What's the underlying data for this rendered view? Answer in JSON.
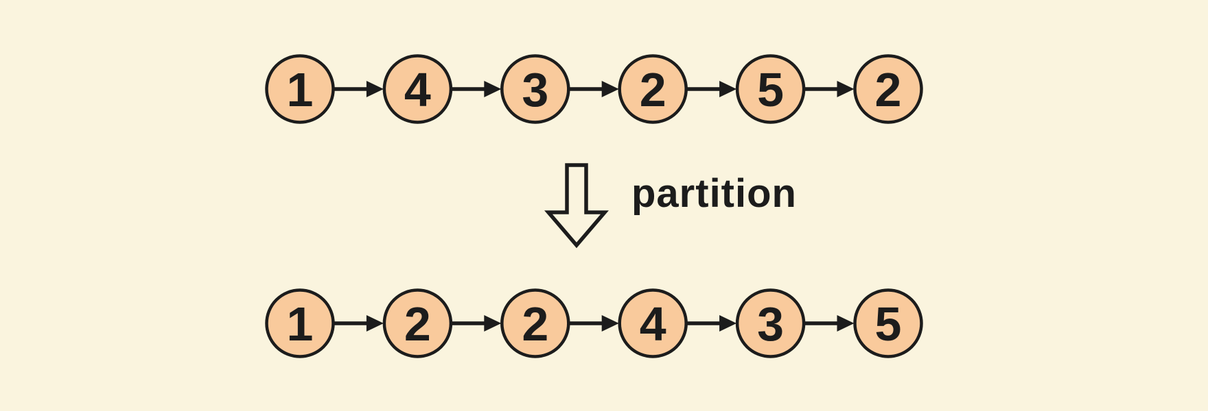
{
  "colors": {
    "background": "#FAF4DE",
    "node_fill": "#F9CA9C",
    "node_stroke": "#1C1C1C",
    "arrow_color": "#1C1C1C",
    "label_color": "#1C1C1C"
  },
  "diagram": {
    "type": "linked-list-transformation",
    "operation_label": "partition",
    "lists": [
      {
        "id": "input-list",
        "position": "top",
        "values": [
          1,
          4,
          3,
          2,
          5,
          2
        ]
      },
      {
        "id": "output-list",
        "position": "bottom",
        "values": [
          1,
          2,
          2,
          4,
          3,
          5
        ]
      }
    ],
    "transform_arrow": {
      "direction": "down",
      "style": "hollow-outline"
    }
  }
}
